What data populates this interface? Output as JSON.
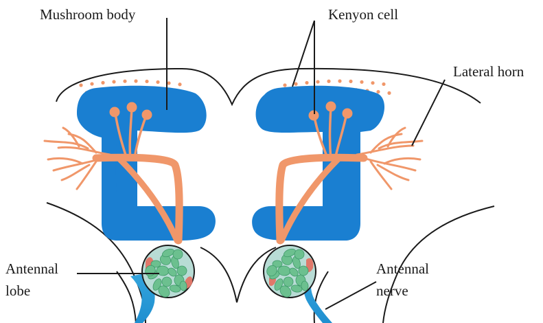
{
  "labels": {
    "mushroom_body": "Mushroom body",
    "kenyon_cell": "Kenyon cell",
    "lateral_horn": "Lateral horn",
    "antennal_lobe_line1": "Antennal",
    "antennal_lobe_line2": "lobe",
    "antennal_nerve_line1": "Antennal",
    "antennal_nerve_line2": "nerve"
  },
  "colors": {
    "mushroom_body": "#1a7fd1",
    "neuron": "#f0976a",
    "glomerulus_fill": "#6cc08f",
    "lobe_fill": "#b8dcd5",
    "lobe_accent": "#e0786a",
    "nerve": "#33a4dc",
    "outline": "#1a1a1a"
  }
}
